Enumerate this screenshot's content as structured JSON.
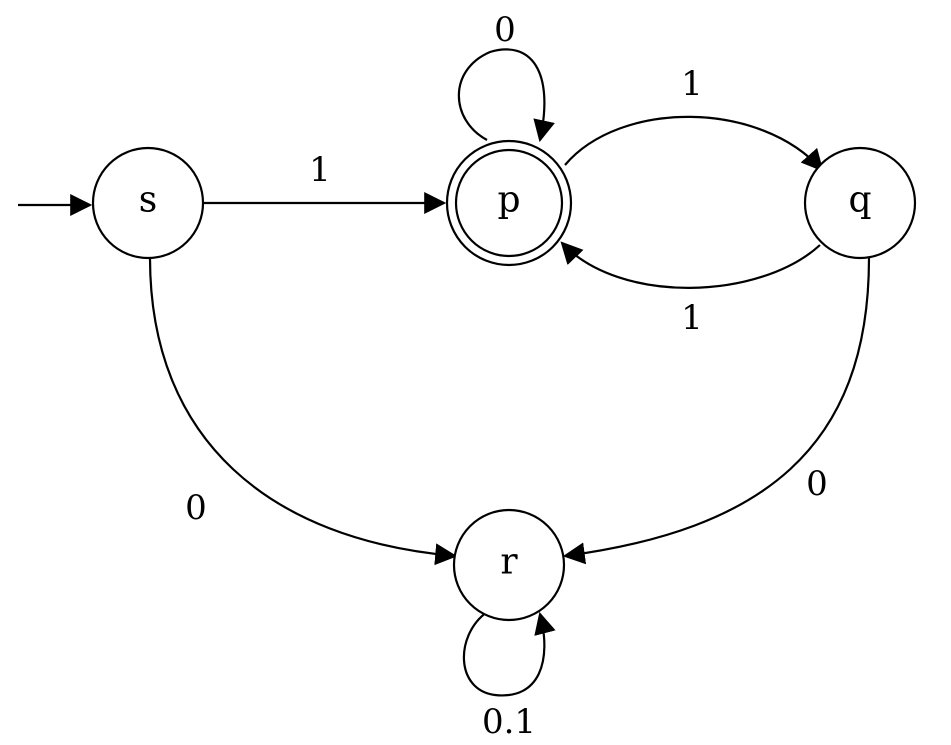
{
  "diagram": {
    "states": [
      {
        "id": "s",
        "label": "s",
        "initial": true,
        "accepting": false
      },
      {
        "id": "p",
        "label": "p",
        "initial": false,
        "accepting": true
      },
      {
        "id": "q",
        "label": "q",
        "initial": false,
        "accepting": false
      },
      {
        "id": "r",
        "label": "r",
        "initial": false,
        "accepting": false
      }
    ],
    "transitions": [
      {
        "from": "s",
        "to": "p",
        "label": "1"
      },
      {
        "from": "p",
        "to": "p",
        "label": "0"
      },
      {
        "from": "p",
        "to": "q",
        "label": "1"
      },
      {
        "from": "q",
        "to": "p",
        "label": "1"
      },
      {
        "from": "s",
        "to": "r",
        "label": "0"
      },
      {
        "from": "q",
        "to": "r",
        "label": "0"
      },
      {
        "from": "r",
        "to": "r",
        "label": "0.1"
      }
    ]
  }
}
